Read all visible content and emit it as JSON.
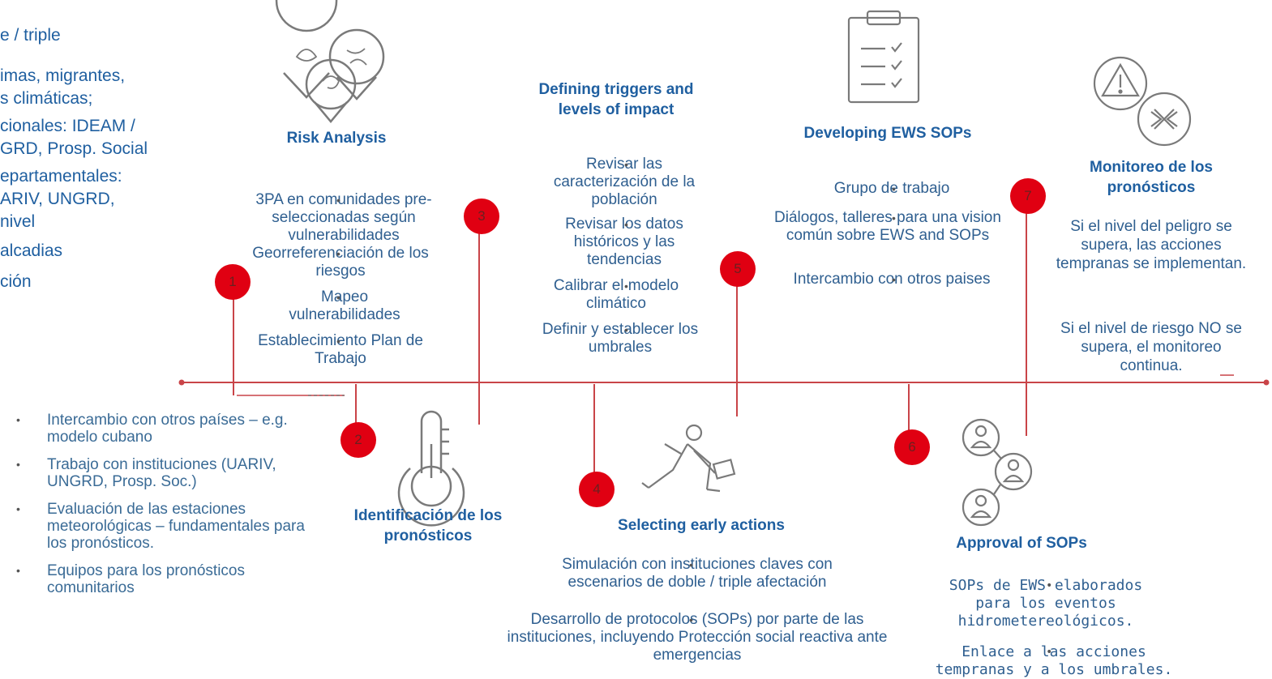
{
  "left_cut": [
    "e / triple",
    "",
    "imas, migrantes,",
    "s climáticas;",
    "cionales: IDEAM /",
    "GRD, Prosp. Social",
    "epartamentales:",
    "ARIV, UNGRD,",
    "nivel",
    " alcadias",
    "ción"
  ],
  "steps": {
    "s1": {
      "num": "1",
      "title": "Risk Analysis",
      "items": [
        "3PA en comunidades pre-seleccionadas según vulnerabilidades",
        "Georreferenciación de los riesgos",
        "Mapeo vulnerabilidades",
        "Establecimiento Plan de Trabajo"
      ]
    },
    "s2": {
      "num": "2",
      "title": "Identificación de los pronósticos",
      "items": [
        "Intercambio con otros países – e.g. modelo cubano",
        "Trabajo con instituciones (UARIV, UNGRD, Prosp. Soc.)",
        "Evaluación de las estaciones meteorológicas  – fundamentales para los pronósticos.",
        "Equipos para los pronósticos comunitarios"
      ]
    },
    "s3": {
      "num": "3",
      "title": "Defining triggers and levels of impact",
      "items": [
        "Revisar las caracterización de la población",
        "Revisar los datos históricos y las tendencias",
        "Calibrar el modelo climático",
        "Definir y establecer los umbrales"
      ]
    },
    "s4": {
      "num": "4",
      "title": "Selecting early actions",
      "items": [
        "Simulación con instituciones claves con escenarios de doble / triple afectación",
        "Desarrollo de protocolos (SOPs) por parte de las instituciones, incluyendo Protección social reactiva ante emergencias"
      ]
    },
    "s5": {
      "num": "5",
      "title": "Developing EWS SOPs",
      "items": [
        "Grupo de trabajo",
        "Diálogos, talleres para una vision común sobre EWS and SOPs",
        "Intercambio con otros paises"
      ]
    },
    "s6": {
      "num": "6",
      "title": "Approval of SOPs",
      "items": [
        "SOPs de EWS elaborados para los eventos hidrometereológicos.",
        "Enlace a las acciones tempranas y a los umbrales."
      ]
    },
    "s7": {
      "num": "7",
      "title": "Monitoreo de los pronósticos",
      "p1": "Si el nivel del peligro se supera, las acciones tempranas se implementan.",
      "p2": "Si el nivel de riesgo NO se supera, el monitoreo continua."
    }
  },
  "colors": {
    "accent_red": "#e00012",
    "title_blue": "#1f5fa0",
    "text_blue": "#2f5f90",
    "line_red": "#c94448",
    "icon_gray": "#7a7a7a"
  }
}
